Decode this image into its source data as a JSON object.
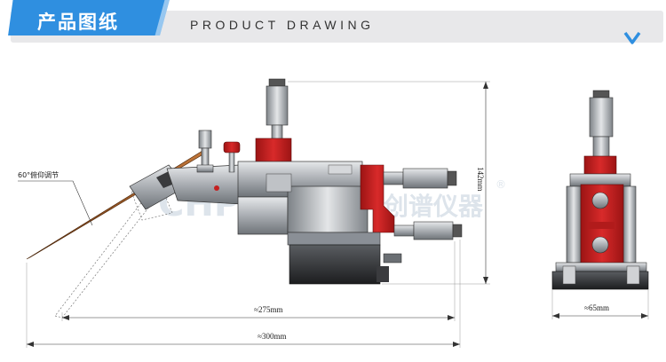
{
  "header": {
    "title_cn": "产品图纸",
    "title_en": "PRODUCT DRAWING",
    "chevron_icon": "chevron-down-icon",
    "accent_color": "#2f8fe0"
  },
  "drawing": {
    "tilt_label": "60°俯仰调节",
    "height_dim": "142mm",
    "width_dim_inner": "≈275mm",
    "width_dim_outer": "≈300mm",
    "side_width_dim": "≈65mm",
    "watermark_brand": "CHPUSH",
    "watermark_cn": "创谱仪器",
    "watermark_reg": "®",
    "part_colors": {
      "red": "#c42020",
      "grey": "#8a8f96",
      "dark": "#2a2a2a",
      "light": "#c9ccd0"
    }
  }
}
